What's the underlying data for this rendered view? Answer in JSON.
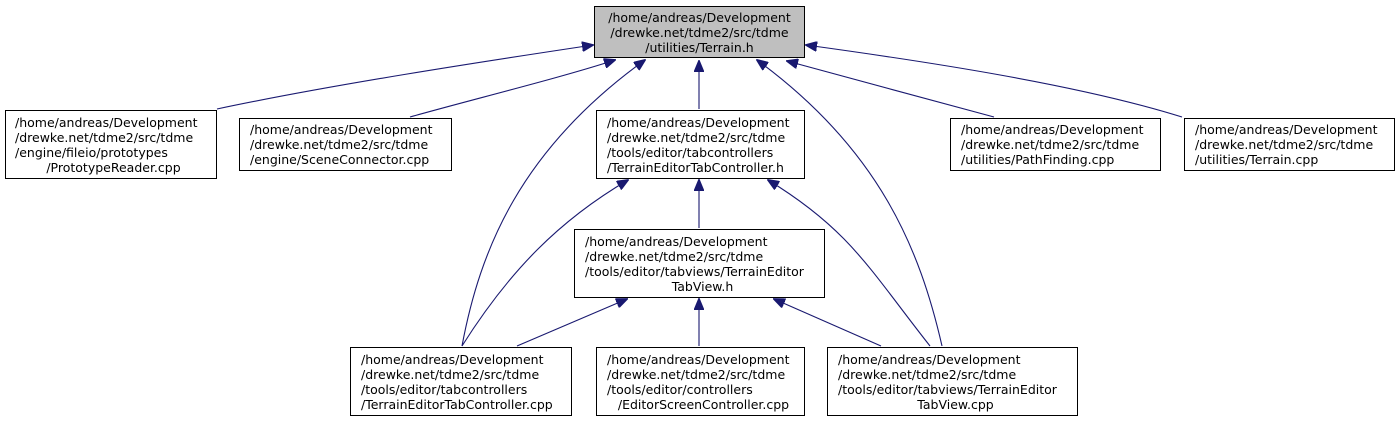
{
  "colors": {
    "edge": "#191970",
    "root_fill": "#bfbfbf",
    "node_fill": "#ffffff",
    "border": "#000000"
  },
  "nodes": {
    "root": [
      "/home/andreas/Development",
      "/drewke.net/tdme2/src/tdme",
      "/utilities/Terrain.h"
    ],
    "prototype_reader": [
      "/home/andreas/Development",
      "/drewke.net/tdme2/src/tdme",
      "/engine/fileio/prototypes",
      "/PrototypeReader.cpp"
    ],
    "scene_connector": [
      "/home/andreas/Development",
      "/drewke.net/tdme2/src/tdme",
      "/engine/SceneConnector.cpp"
    ],
    "terrain_editor_tab_controller_h": [
      "/home/andreas/Development",
      "/drewke.net/tdme2/src/tdme",
      "/tools/editor/tabcontrollers",
      "/TerrainEditorTabController.h"
    ],
    "path_finding": [
      "/home/andreas/Development",
      "/drewke.net/tdme2/src/tdme",
      "/utilities/PathFinding.cpp"
    ],
    "terrain_cpp": [
      "/home/andreas/Development",
      "/drewke.net/tdme2/src/tdme",
      "/utilities/Terrain.cpp"
    ],
    "terrain_editor_tab_view_h": [
      "/home/andreas/Development",
      "/drewke.net/tdme2/src/tdme",
      "/tools/editor/tabviews/TerrainEditor",
      "TabView.h"
    ],
    "terrain_editor_tab_controller_cpp": [
      "/home/andreas/Development",
      "/drewke.net/tdme2/src/tdme",
      "/tools/editor/tabcontrollers",
      "/TerrainEditorTabController.cpp"
    ],
    "editor_screen_controller": [
      "/home/andreas/Development",
      "/drewke.net/tdme2/src/tdme",
      "/tools/editor/controllers",
      "/EditorScreenController.cpp"
    ],
    "terrain_editor_tab_view_cpp": [
      "/home/andreas/Development",
      "/drewke.net/tdme2/src/tdme",
      "/tools/editor/tabviews/TerrainEditor",
      "TabView.cpp"
    ]
  },
  "edges": [
    {
      "from": "prototype_reader",
      "to": "root"
    },
    {
      "from": "scene_connector",
      "to": "root"
    },
    {
      "from": "terrain_editor_tab_controller_h",
      "to": "root"
    },
    {
      "from": "path_finding",
      "to": "root"
    },
    {
      "from": "terrain_cpp",
      "to": "root"
    },
    {
      "from": "terrain_editor_tab_controller_cpp",
      "to": "root"
    },
    {
      "from": "terrain_editor_tab_view_cpp",
      "to": "root"
    },
    {
      "from": "terrain_editor_tab_view_h",
      "to": "terrain_editor_tab_controller_h"
    },
    {
      "from": "terrain_editor_tab_controller_cpp",
      "to": "terrain_editor_tab_controller_h"
    },
    {
      "from": "terrain_editor_tab_view_cpp",
      "to": "terrain_editor_tab_controller_h"
    },
    {
      "from": "terrain_editor_tab_controller_cpp",
      "to": "terrain_editor_tab_view_h"
    },
    {
      "from": "editor_screen_controller",
      "to": "terrain_editor_tab_view_h"
    },
    {
      "from": "terrain_editor_tab_view_cpp",
      "to": "terrain_editor_tab_view_h"
    }
  ]
}
